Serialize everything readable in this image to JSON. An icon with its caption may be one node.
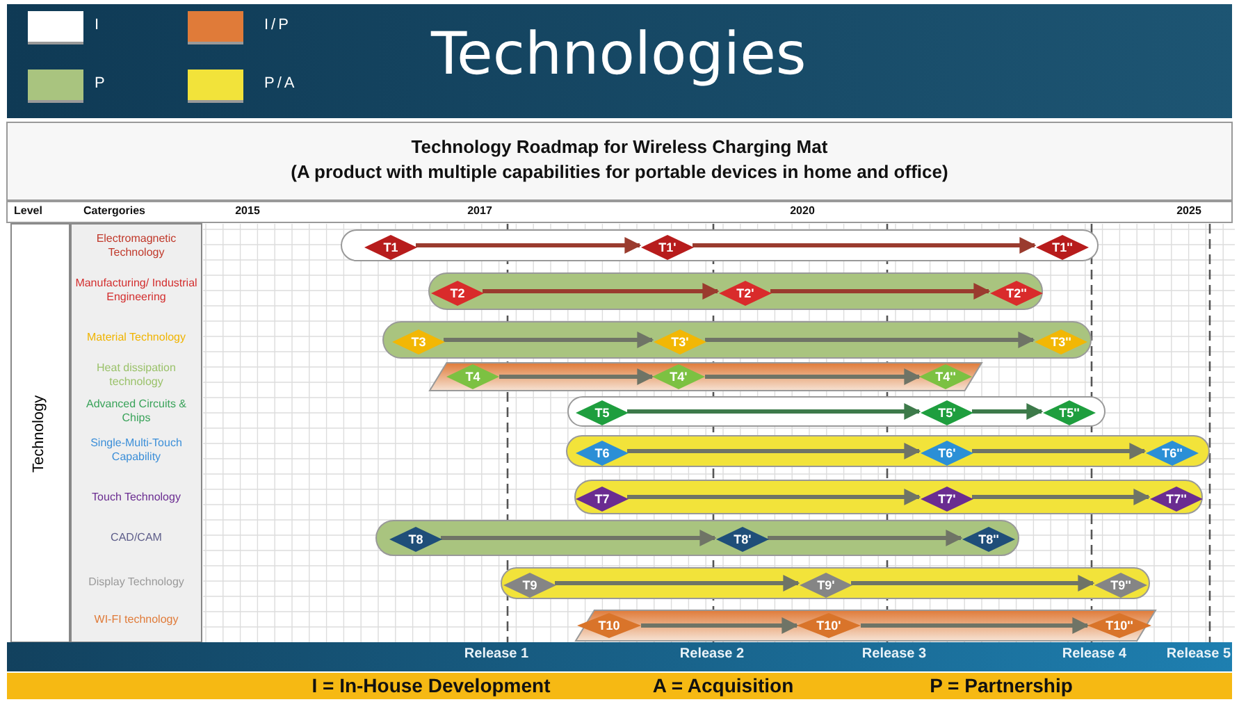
{
  "diagram": {
    "title": "Technologies",
    "nodes": [
      {
        "text": [],
        "shape": "bar"
      },
      {
        "text": [
          "T1"
        ],
        "in": 0
      },
      {
        "text": [
          "T1'"
        ],
        "in": 0
      },
      {
        "text": [
          "T1''"
        ],
        "in": 0
      },
      {
        "text": [],
        "shape": "bar"
      },
      {
        "text": [
          "T2"
        ],
        "in": 4
      },
      {
        "text": [
          "T2'"
        ],
        "in": 4
      },
      {
        "text": [
          "T2''"
        ],
        "in": 4
      },
      {
        "text": [],
        "shape": "bar"
      },
      {
        "text": [
          "T3"
        ],
        "in": 8
      },
      {
        "text": [
          "T3'"
        ],
        "in": 8
      },
      {
        "text": [
          "T3''"
        ],
        "in": 8
      },
      {
        "text": [],
        "shape": "parallelogram"
      },
      {
        "text": [
          "T4"
        ],
        "in": 12
      },
      {
        "text": [
          "T4'"
        ],
        "in": 12
      },
      {
        "text": [
          "T4''"
        ],
        "in": 12
      },
      {
        "text": [],
        "shape": "bar"
      },
      {
        "text": [
          "T5"
        ],
        "in": 16
      },
      {
        "text": [
          "T5'"
        ],
        "in": 16
      },
      {
        "text": [
          "T5''"
        ],
        "in": 16
      },
      {
        "text": [],
        "shape": "bar"
      },
      {
        "text": [
          "T6"
        ],
        "in": 20
      },
      {
        "text": [
          "T6'"
        ],
        "in": 20
      },
      {
        "text": [
          "T6''"
        ],
        "in": 20
      },
      {
        "text": [],
        "shape": "bar"
      },
      {
        "text": [
          "T7"
        ],
        "in": 24
      },
      {
        "text": [
          "T7'"
        ],
        "in": 24
      },
      {
        "text": [
          "T7''"
        ],
        "in": 24
      },
      {
        "text": [],
        "shape": "bar"
      },
      {
        "text": [
          "T8"
        ],
        "in": 28
      },
      {
        "text": [
          "T8'"
        ],
        "in": 28
      },
      {
        "text": [
          "T8''"
        ],
        "in": 28
      },
      {
        "text": [],
        "shape": "bar"
      },
      {
        "text": [
          "T9"
        ],
        "in": 32
      },
      {
        "text": [
          "T9'"
        ],
        "in": 32
      },
      {
        "text": [
          "T9''"
        ],
        "in": 32
      },
      {
        "text": [],
        "shape": "parallelogram"
      },
      {
        "text": [
          "T10"
        ],
        "in": 36
      },
      {
        "text": [
          "T10'"
        ],
        "in": 36
      },
      {
        "text": [
          "T10''"
        ],
        "in": 36
      }
    ],
    "edges": [
      {
        "from": 1,
        "to": 2,
        "arrow": "to",
        "color": "#9a3b2e"
      },
      {
        "from": 2,
        "to": 3,
        "arrow": "to",
        "color": "#9a3b2e"
      },
      {
        "from": 5,
        "to": 6,
        "arrow": "to",
        "color": "#9a3b2e"
      },
      {
        "from": 6,
        "to": 7,
        "arrow": "to",
        "color": "#9a3b2e"
      },
      {
        "from": 9,
        "to": 10,
        "arrow": "to"
      },
      {
        "from": 10,
        "to": 11,
        "arrow": "to"
      },
      {
        "from": 13,
        "to": 14,
        "arrow": "to"
      },
      {
        "from": 14,
        "to": 15,
        "arrow": "to"
      },
      {
        "from": 17,
        "to": 18,
        "arrow": "to",
        "color": "#3d7a4a"
      },
      {
        "from": 18,
        "to": 19,
        "arrow": "to",
        "color": "#3d7a4a"
      },
      {
        "from": 21,
        "to": 22,
        "arrow": "to"
      },
      {
        "from": 22,
        "to": 23,
        "arrow": "to"
      },
      {
        "from": 25,
        "to": 26,
        "arrow": "to"
      },
      {
        "from": 26,
        "to": 27,
        "arrow": "to"
      },
      {
        "from": 29,
        "to": 30,
        "arrow": "to"
      },
      {
        "from": 30,
        "to": 31,
        "arrow": "to"
      },
      {
        "from": 33,
        "to": 34,
        "arrow": "to"
      },
      {
        "from": 34,
        "to": 35,
        "arrow": "to"
      },
      {
        "from": 37,
        "to": 38,
        "arrow": "to"
      },
      {
        "from": 38,
        "to": 39,
        "arrow": "to"
      }
    ],
    "labels": [
      "Technology Roadmap for Wireless Charging Mat",
      "(A product with multiple capabilities for portable devices in home and office)",
      "Level",
      "Catergories",
      "2015",
      "2017",
      "2020",
      "2025",
      "Technology",
      "Electromagnetic Technology",
      "Manufacturing/ Industrial Engineering",
      "Material Technology",
      "Heat dissipation technology",
      "Advanced Circuits & Chips",
      "Single-Multi-Touch Capability",
      "Touch Technology",
      "CAD/CAM",
      "Display Technology",
      "WI-FI technology",
      "Release 1",
      "Release 2",
      "Release 3",
      "Release 4",
      "Release 5",
      "I = In-House Development",
      "A = Acquisition",
      "P = Partnership"
    ],
    "legend": [
      {
        "text": "I",
        "color": "#ffffff"
      },
      {
        "text": "P",
        "color": "#a9c47f"
      },
      {
        "text": "I/P",
        "color": "#e07b39"
      },
      {
        "text": "P/A",
        "color": "#f2e33a"
      }
    ]
  }
}
